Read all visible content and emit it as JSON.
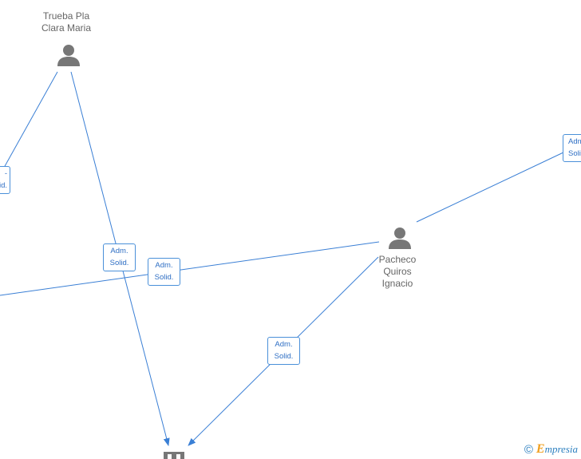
{
  "nodes": {
    "trueba": {
      "name_line1": "Trueba Pla",
      "name_line2": "Clara Maria"
    },
    "pacheco": {
      "name_line1": "Pacheco",
      "name_line2": "Quiros",
      "name_line3": "Ignacio"
    }
  },
  "edge_labels": {
    "line1": "Adm.",
    "line2": "Solid.",
    "partial_line1": "-",
    "partial_line2": "lid.",
    "right_line1": "Adm",
    "right_line2": "Solid"
  },
  "colors": {
    "edge": "#3a7fd5",
    "node_icon": "#777777"
  },
  "footer": {
    "copyright_symbol": "©",
    "brand_initial": "E",
    "brand_rest": "mpresia"
  }
}
